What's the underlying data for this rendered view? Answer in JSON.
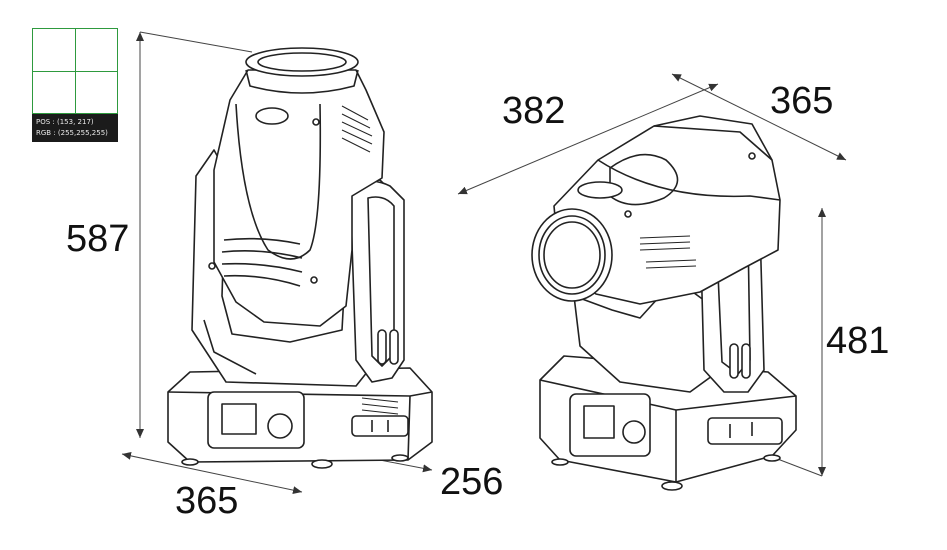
{
  "picker": {
    "pos_label": "POS",
    "pos_value": "(153, 217)",
    "rgb_label": "RGB",
    "rgb_value": "(255,255,255)"
  },
  "front_view": {
    "height": "587",
    "width": "365",
    "depth": "256"
  },
  "tilted_view": {
    "length": "382",
    "depth": "365",
    "height": "481"
  },
  "colors": {
    "line": "#222222",
    "grid": "#2e9a3e"
  }
}
